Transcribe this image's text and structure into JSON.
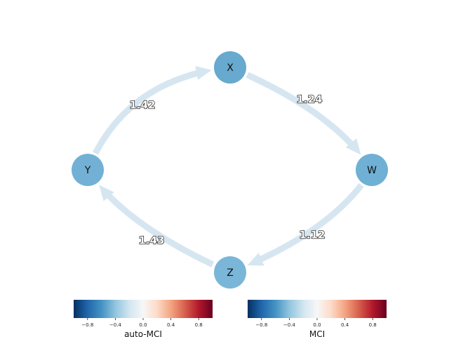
{
  "diagram": {
    "nodes": [
      {
        "id": "X",
        "label": "X",
        "color": "#67a9cf"
      },
      {
        "id": "W",
        "label": "W",
        "color": "#6fb0d4"
      },
      {
        "id": "Z",
        "label": "Z",
        "color": "#7ab6d8"
      },
      {
        "id": "Y",
        "label": "Y",
        "color": "#72b1d5"
      }
    ],
    "edges": [
      {
        "from": "Y",
        "to": "X",
        "label": "1.42",
        "color": "#d6e6f1"
      },
      {
        "from": "X",
        "to": "W",
        "label": "1.24",
        "color": "#d6e6f1"
      },
      {
        "from": "W",
        "to": "Z",
        "label": "1.12",
        "color": "#d6e6f1"
      },
      {
        "from": "Z",
        "to": "Y",
        "label": "1.43",
        "color": "#d6e6f1"
      }
    ]
  },
  "colorbars": [
    {
      "id": "auto-mci",
      "title": "auto-MCI",
      "ticks": [
        "−0.8",
        "−0.4",
        "0.0",
        "0.4",
        "0.8"
      ],
      "range": [
        -1,
        1
      ]
    },
    {
      "id": "mci",
      "title": "MCI",
      "ticks": [
        "−0.8",
        "−0.4",
        "0.0",
        "0.4",
        "0.8"
      ],
      "range": [
        -1,
        1
      ]
    }
  ],
  "colormap": [
    "#053061",
    "#2166ac",
    "#4393c3",
    "#92c5de",
    "#d1e5f0",
    "#f7f7f7",
    "#fddbc7",
    "#f4a582",
    "#d6604d",
    "#b2182b",
    "#67001f"
  ]
}
